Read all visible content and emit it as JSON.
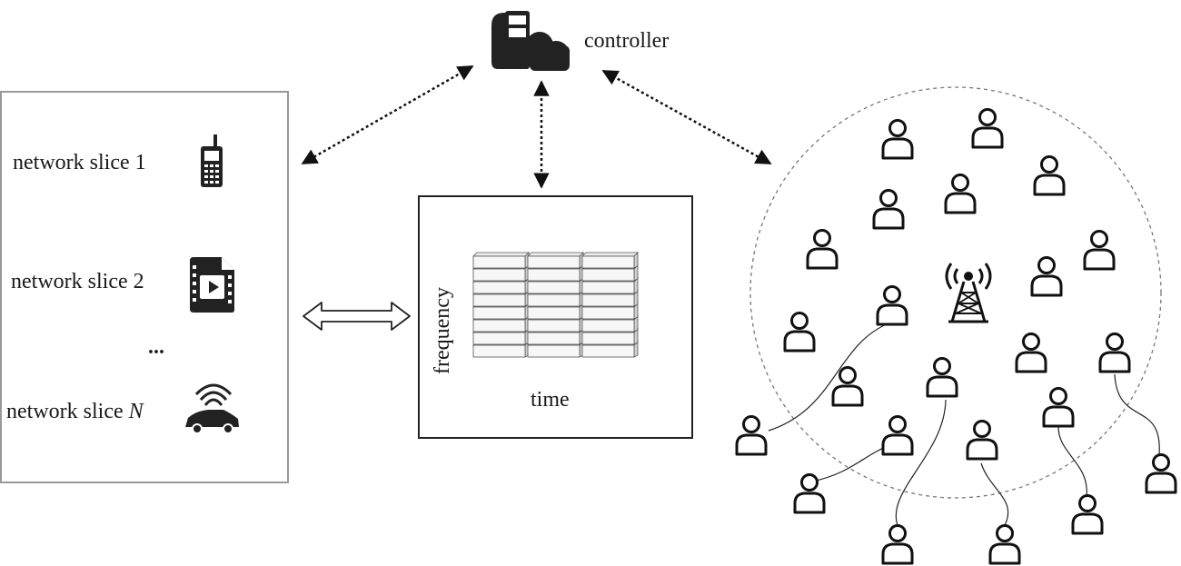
{
  "controller": {
    "label": "controller"
  },
  "slices_panel": {
    "items": [
      {
        "prefix": "network slice ",
        "index": "1",
        "icon": "mobile-phone-icon"
      },
      {
        "prefix": "network slice ",
        "index": "2",
        "icon": "video-file-icon"
      },
      {
        "prefix": "network slice ",
        "index": "N",
        "icon": "connected-car-icon"
      }
    ],
    "ellipsis": "..."
  },
  "resource_grid": {
    "y_label": "frequency",
    "x_label": "time",
    "rows": 8,
    "cols": 3
  },
  "cell": {
    "icon": "cell-tower-icon",
    "user_icon": "user-icon"
  }
}
